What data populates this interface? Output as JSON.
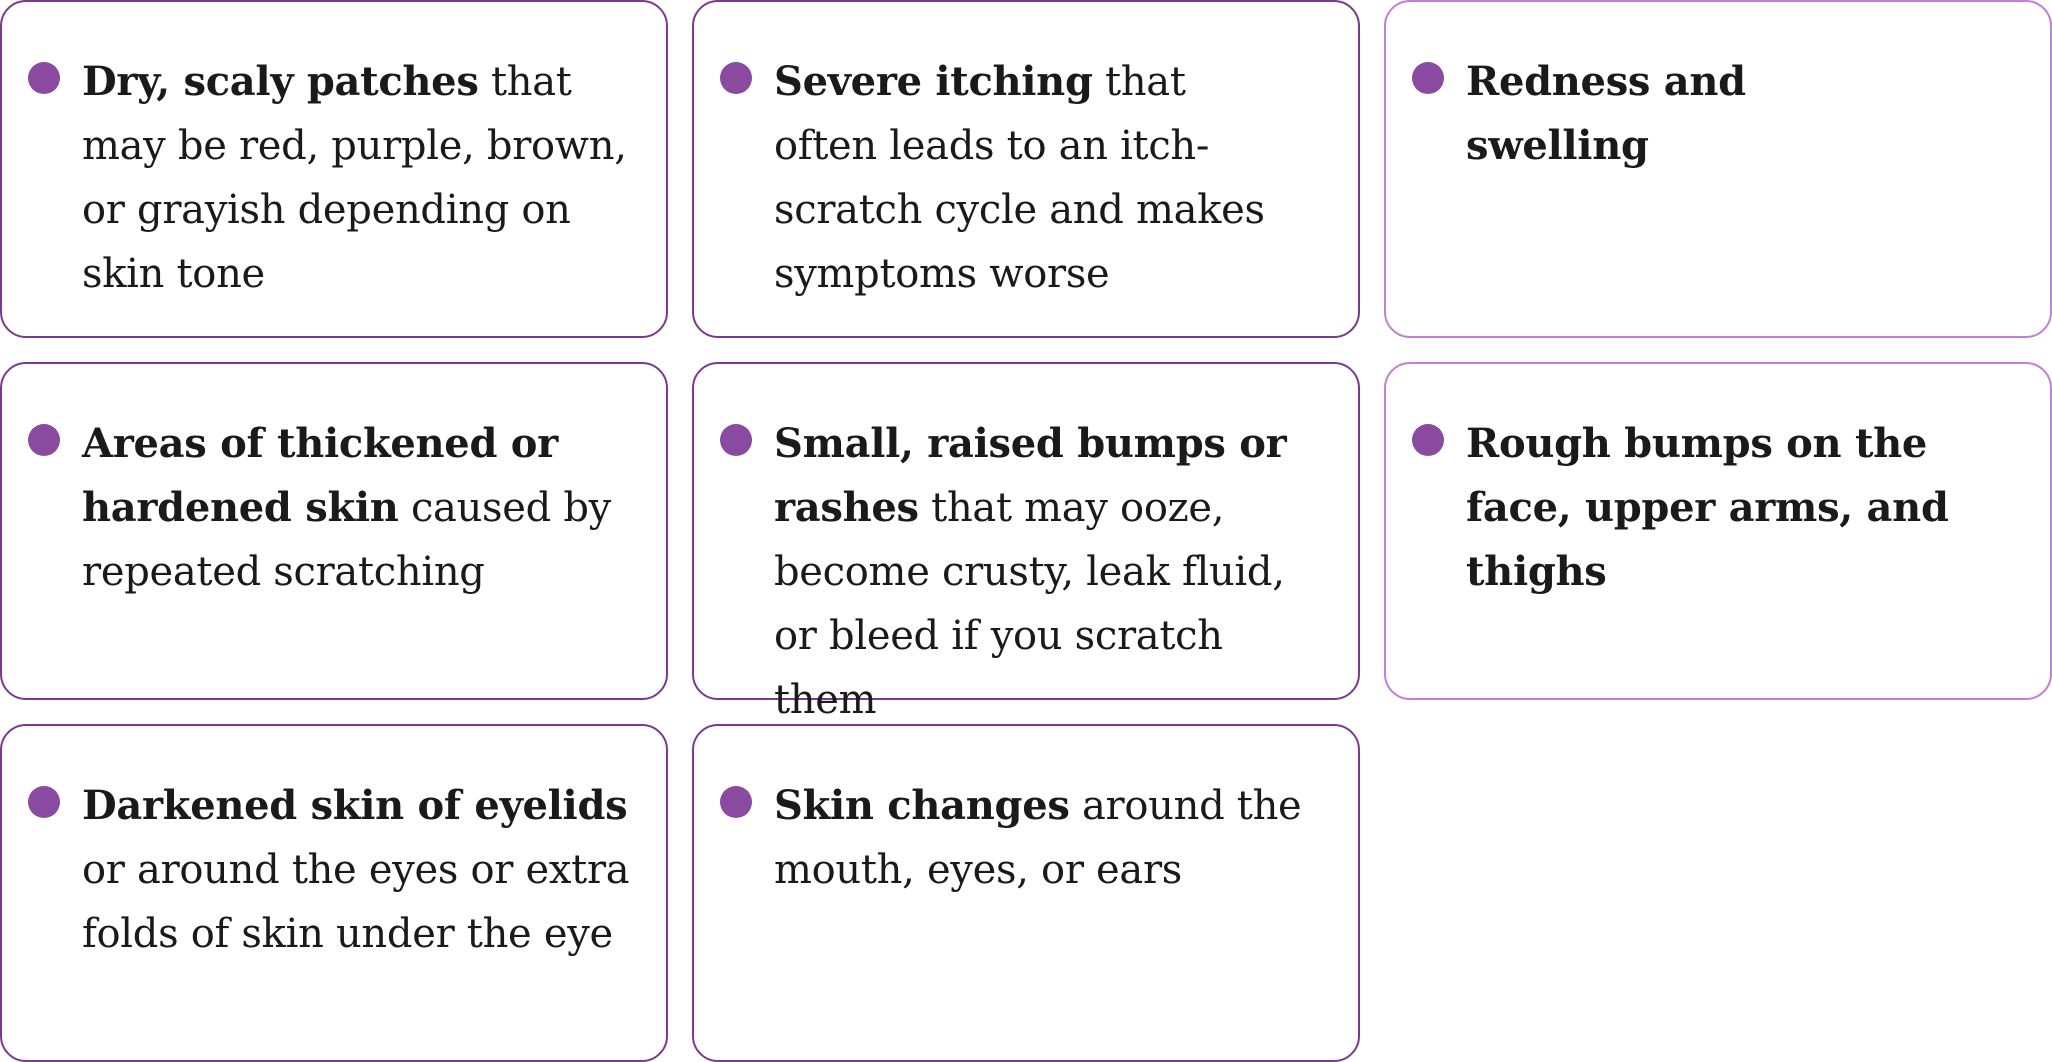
{
  "colors": {
    "bullet": "#8a4a9f",
    "card_border": "#7a3b8f",
    "card_border_light": "#c27fd6"
  },
  "cards": [
    {
      "bold": "Dry, scaly patches",
      "rest": " that may be red, purple, brown, or grayish depending on skin tone"
    },
    {
      "bold": "Severe itching",
      "rest": " that often leads to an itch-scratch cycle and makes symptoms worse"
    },
    {
      "bold": "Redness and swelling",
      "rest": ""
    },
    {
      "bold": "Areas of thickened or hardened skin",
      "rest": " caused by repeated scratching"
    },
    {
      "bold": "Small, raised bumps or rashes",
      "rest": " that may ooze, become crusty, leak fluid, or bleed if you scratch them"
    },
    {
      "bold": "Rough bumps on the face, upper arms, and thighs",
      "rest": ""
    },
    {
      "bold": "Darkened skin of eyelids",
      "rest": " or around the eyes or extra folds of skin under the eye"
    },
    {
      "bold": "Skin changes",
      "rest": " around the mouth, eyes, or ears"
    }
  ]
}
